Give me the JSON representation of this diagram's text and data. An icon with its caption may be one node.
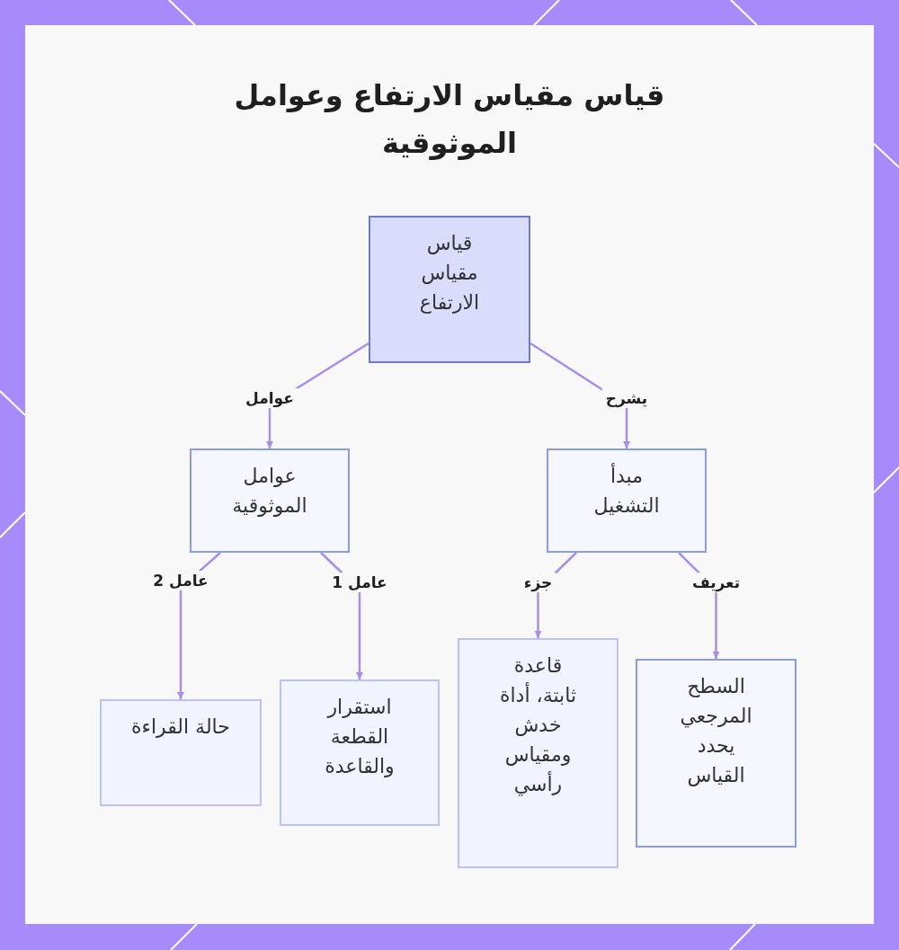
{
  "diagram": {
    "title": "قياس مقياس الارتفاع وعوامل الموثوقية",
    "nodes": [
      {
        "text": [
          "قياس مقياس الارتفاع"
        ]
      },
      {
        "text": [
          "عوامل الموثوقية"
        ]
      },
      {
        "text": [
          "مبدأ التشغيل"
        ]
      },
      {
        "text": [
          "حالة القراءة"
        ]
      },
      {
        "text": [
          "استقرار القطعة والقاعدة"
        ]
      },
      {
        "text": [
          "قاعدة ثابتة، أداة خدش ومقياس رأسي"
        ]
      },
      {
        "text": [
          "السطح المرجعي يحدد القياس"
        ]
      }
    ],
    "edges": [
      {
        "from": 0,
        "to": 1,
        "arrow": "to",
        "label": "عوامل"
      },
      {
        "from": 0,
        "to": 2,
        "arrow": "to",
        "label": "يشرح"
      },
      {
        "from": 1,
        "to": 3,
        "arrow": "to",
        "label": "عامل 2"
      },
      {
        "from": 1,
        "to": 4,
        "arrow": "to",
        "label": "عامل 1"
      },
      {
        "from": 2,
        "to": 5,
        "arrow": "to",
        "label": "جزء"
      },
      {
        "from": 2,
        "to": 6,
        "arrow": "to",
        "label": "تعريف"
      }
    ]
  }
}
